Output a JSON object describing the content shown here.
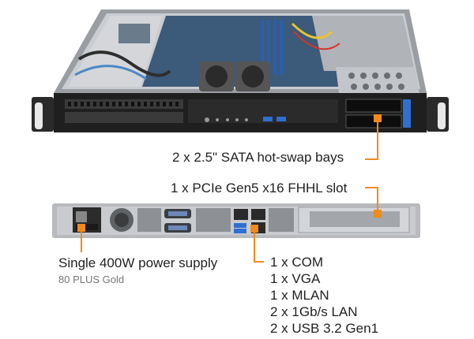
{
  "labels": {
    "sata_bays": "2 x 2.5\" SATA hot-swap bays",
    "pcie_slot": "1 x PCIe Gen5 x16 FHHL slot",
    "power_supply": "Single 400W power supply",
    "power_rating": "80 PLUS Gold"
  },
  "ports": [
    "1 x COM",
    "1 x VGA",
    "1 x MLAN",
    "2 x 1Gb/s LAN",
    "2 x USB 3.2 Gen1"
  ],
  "colors": {
    "callout": "#f08a1c",
    "chassis_dark": "#222222",
    "chassis_light": "#b9b9b9"
  }
}
